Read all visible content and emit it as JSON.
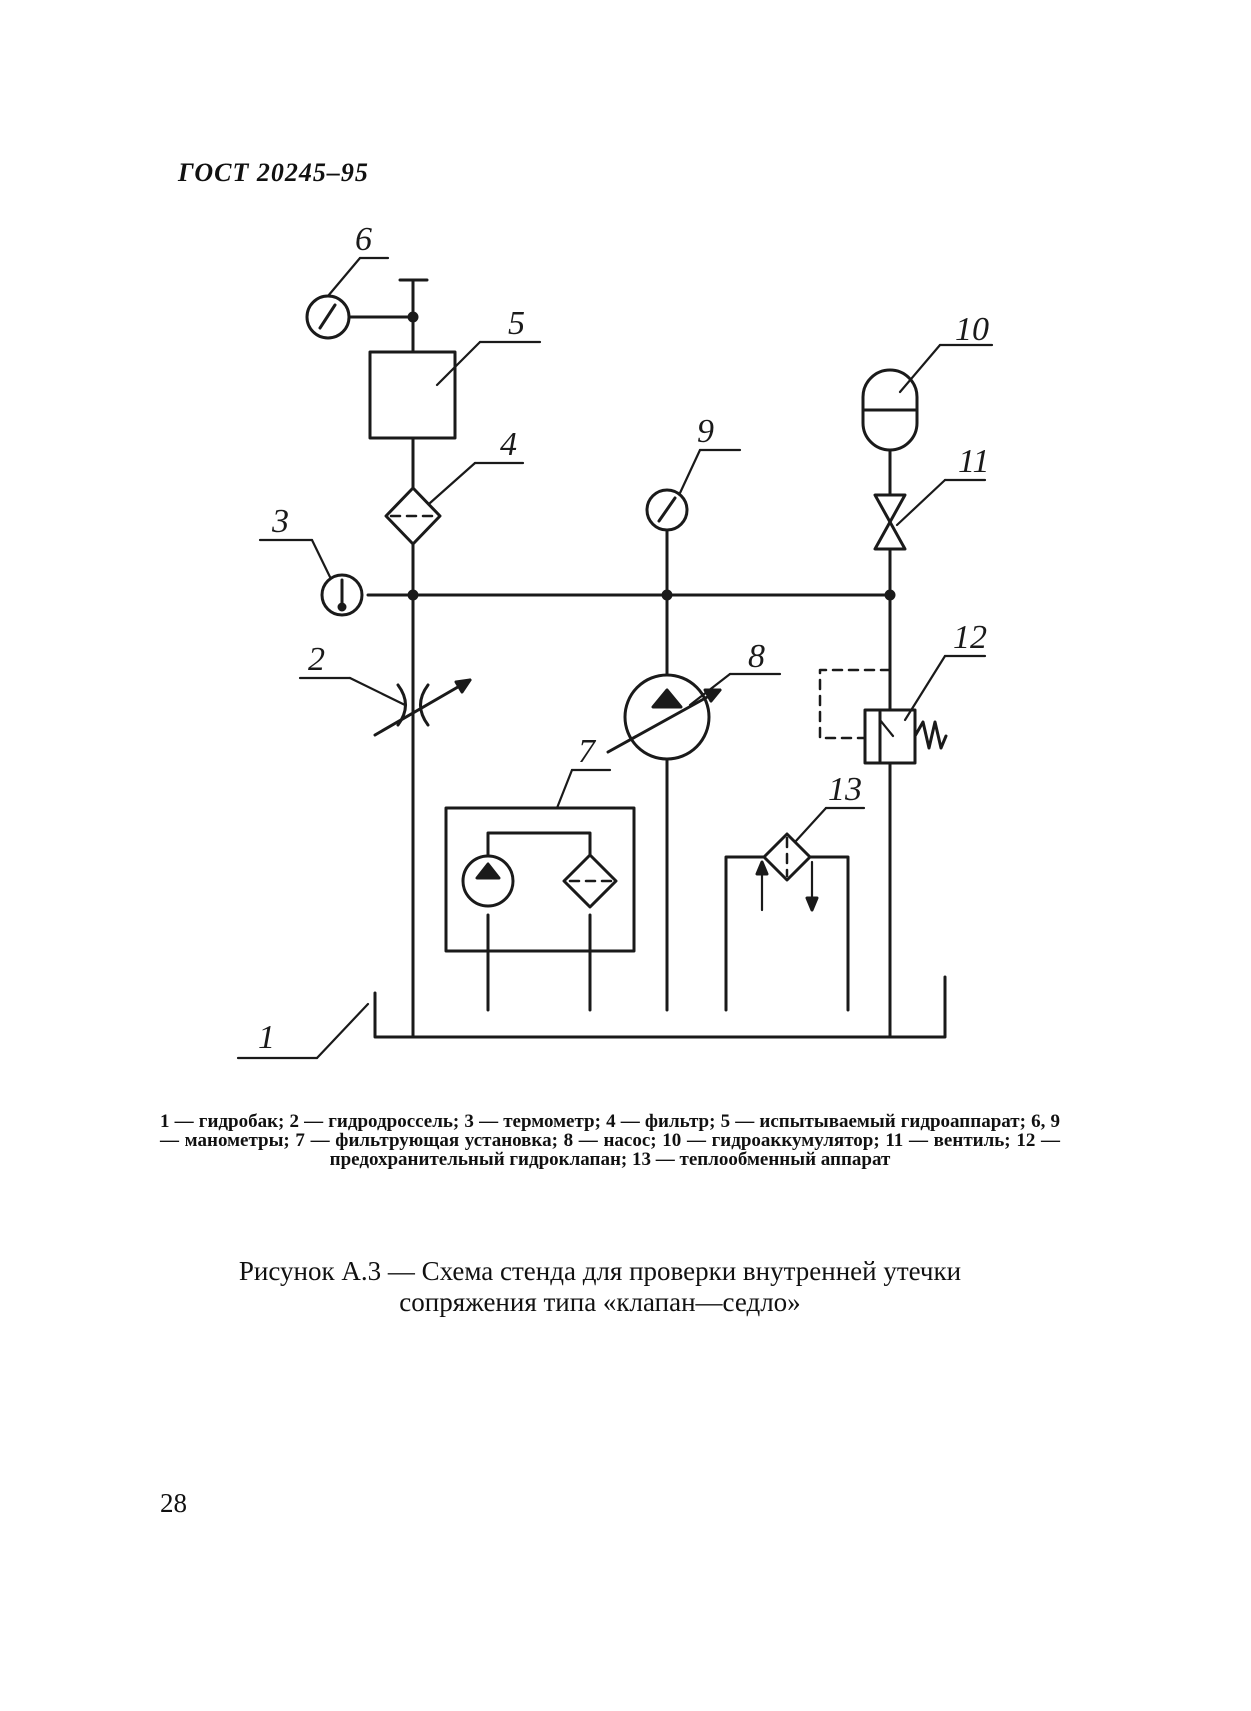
{
  "header": {
    "document_code": "ГОСТ 20245–95"
  },
  "diagram": {
    "callouts": {
      "c1": "1",
      "c2": "2",
      "c3": "3",
      "c4": "4",
      "c5": "5",
      "c6": "6",
      "c7": "7",
      "c8": "8",
      "c9": "9",
      "c10": "10",
      "c11": "11",
      "c12": "12",
      "c13": "13"
    },
    "legend": "1 — гидробак; 2 — гидродроссель; 3 — термометр; 4 — фильтр; 5 — испытываемый гидроаппарат; 6, 9 — манометры; 7 — фильтрующая установка; 8 — насос; 10 — гидроаккумулятор; 11 — вентиль; 12 — предохранительный гидроклапан; 13 — теплообменный аппарат"
  },
  "figure": {
    "caption_line1": "Рисунок А.3 — Схема стенда для проверки внутренней утечки",
    "caption_line2": "сопряжения типа «клапан—седло»"
  },
  "page": {
    "number": "28"
  }
}
